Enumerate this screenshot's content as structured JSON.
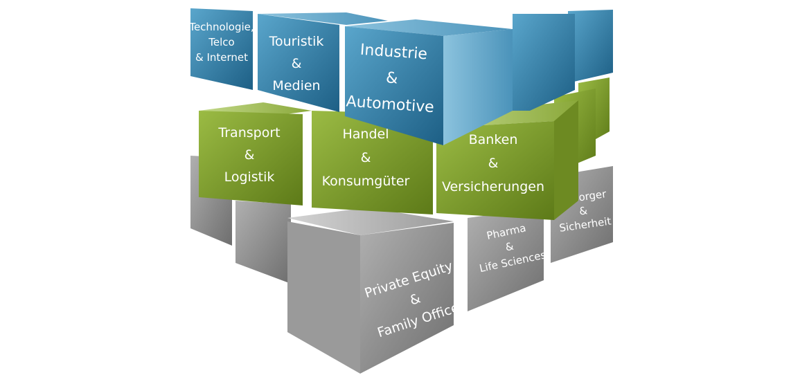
{
  "colors": {
    "blue": "#2f7fa8",
    "green": "#7d9a2c",
    "gray": "#8f8f8f"
  },
  "cubes": {
    "technologie": [
      "Technologie,",
      "Telco",
      "& Internet"
    ],
    "touristik": [
      "Touristik",
      "&",
      "Medien"
    ],
    "industrie": [
      "Industrie",
      "&",
      "Automotive"
    ],
    "transport": [
      "Transport",
      "&",
      "Logistik"
    ],
    "handel": [
      "Handel",
      "&",
      "Konsumgüter"
    ],
    "banken": [
      "Banken",
      "&",
      "Versicherungen"
    ],
    "versorger": [
      "Versorger",
      "&",
      "Sicherheit"
    ],
    "pharma": [
      "Pharma",
      "&",
      "Life Sciences"
    ],
    "private_equity": [
      "Private Equity",
      "&",
      "Family Offices"
    ]
  }
}
